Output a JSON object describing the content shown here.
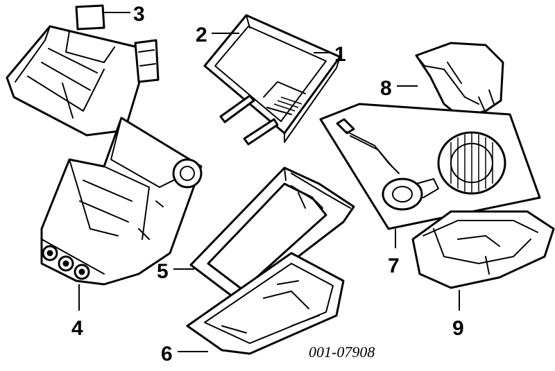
{
  "diagram": {
    "reference_code": "001-07908",
    "callouts": [
      "1",
      "2",
      "3",
      "4",
      "5",
      "6",
      "7",
      "8",
      "9"
    ]
  }
}
